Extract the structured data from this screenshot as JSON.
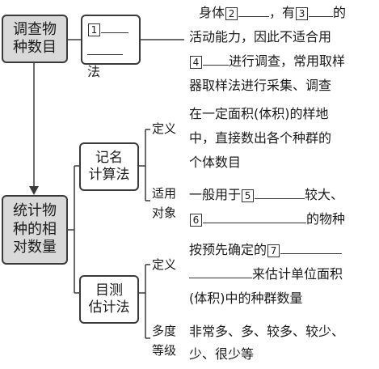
{
  "box_survey": {
    "line1": "调查物",
    "line2": "种数目"
  },
  "box_method": {
    "num": "1",
    "suffix": "法"
  },
  "survey_text": {
    "l1": {
      "a": "身体",
      "n1": "2",
      "b": "，有",
      "n2": "3",
      "c": "的"
    },
    "l2": "活动能力，因此不适合用",
    "l3": {
      "n": "4",
      "b": "进行调查，常用取样"
    },
    "l4": "器取样法进行采集、调查"
  },
  "box_stats": {
    "line1": "统计物",
    "line2": "种的相",
    "line3": "对数量"
  },
  "box_count": {
    "line1": "记名",
    "line2": "计算法"
  },
  "box_estimate": {
    "line1": "目测",
    "line2": "估计法"
  },
  "count_def": {
    "label": "定义",
    "l1": "在一定面积(体积)的样地",
    "l2": "中，直接数出各个种群的",
    "l3": "个体数目"
  },
  "count_use": {
    "label1": "适用",
    "label2": "对象",
    "l1": {
      "a": "一般用于",
      "n": "5",
      "b": "较大、"
    },
    "l2": {
      "n": "6",
      "b": "的物种"
    }
  },
  "est_def": {
    "label": "定义",
    "l1": {
      "a": "按预先确定的",
      "n": "7"
    },
    "l2": "来估计单位面积",
    "l3": "(体积)中的种群数量"
  },
  "est_level": {
    "label1": "多度",
    "label2": "等级",
    "l1": "非常多、多、较多、较少、",
    "l2": "少、很少等"
  },
  "colors": {
    "box_fill": "#d9d9d9",
    "line": "#3a3a3a"
  }
}
